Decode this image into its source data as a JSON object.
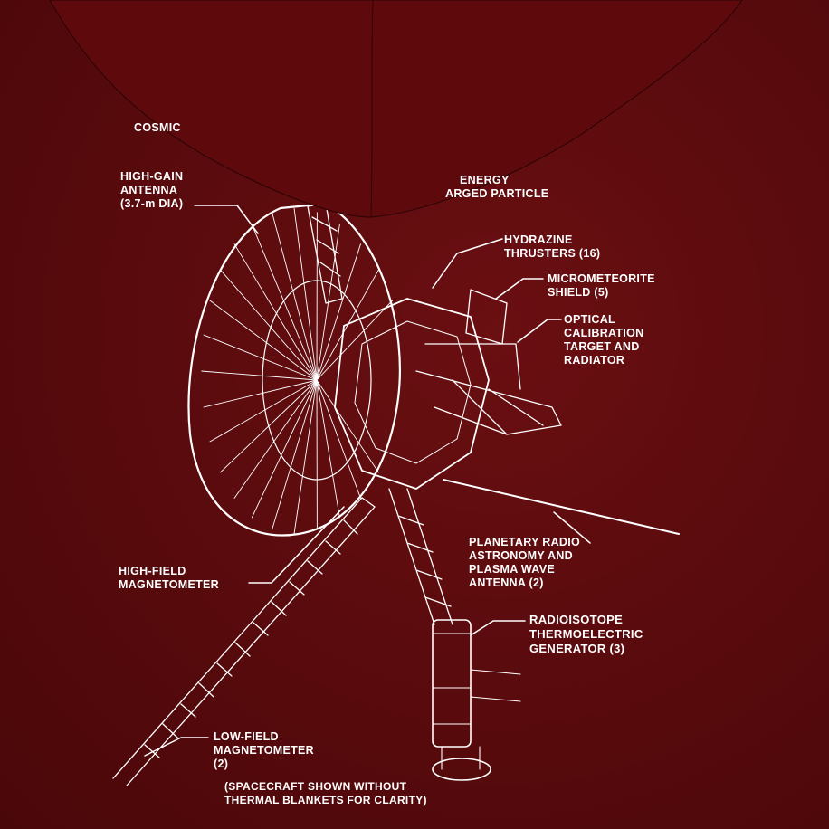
{
  "colors": {
    "background": "#5a0a0c",
    "line": "#ffffff",
    "hood": "#5e0a0d"
  },
  "labels": {
    "cosmic": [
      "COSMIC"
    ],
    "low_energy": [
      "ENERGY",
      "ARGED PARTICLE"
    ],
    "high_gain": [
      "HIGH-GAIN",
      "ANTENNA",
      "(3.7-m DIA)"
    ],
    "hydrazine": [
      "HYDRAZINE",
      "THRUSTERS (16)"
    ],
    "micrometeorite": [
      "MICROMETEORITE",
      "SHIELD (5)"
    ],
    "optical": [
      "OPTICAL",
      "CALIBRATION",
      "TARGET AND",
      "RADIATOR"
    ],
    "planetary": [
      "PLANETARY RADIO",
      "ASTRONOMY AND",
      "PLASMA WAVE",
      "ANTENNA (2)"
    ],
    "high_field": [
      "HIGH-FIELD",
      "MAGNETOMETER"
    ],
    "rtg": [
      "RADIOISOTOPE",
      "THERMOELECTRIC",
      "GENERATOR (3)"
    ],
    "low_field": [
      "LOW-FIELD",
      "MAGNETOMETER",
      "(2)"
    ],
    "note": [
      "(SPACECRAFT SHOWN WITHOUT",
      "THERMAL BLANKETS FOR CLARITY)"
    ]
  }
}
